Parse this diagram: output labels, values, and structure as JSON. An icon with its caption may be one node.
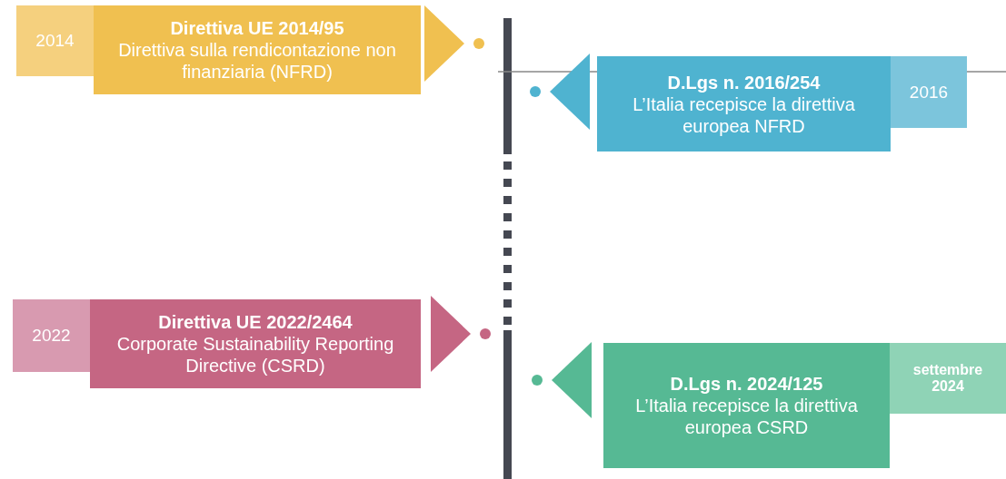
{
  "diagram": {
    "nodes": [
      {
        "text": [
          "2014"
        ]
      },
      {
        "text": [
          "Direttiva UE 2014/95",
          "Direttiva sulla rendicontazione non finanziaria (NFRD)"
        ]
      },
      {
        "text": [],
        "shape": "circle"
      },
      {
        "text": [],
        "shape": "circle"
      },
      {
        "text": [
          "D.Lgs n. 2016/254",
          "L’Italia recepisce la direttiva europea NFRD"
        ]
      },
      {
        "text": [
          "2016"
        ]
      },
      {
        "text": [
          "2022"
        ]
      },
      {
        "text": [
          "Direttiva UE 2022/2464",
          "Corporate Sustainability Reporting Directive (CSRD)"
        ]
      },
      {
        "text": [],
        "shape": "circle"
      },
      {
        "text": [],
        "shape": "circle"
      },
      {
        "text": [
          "D.Lgs n. 2024/125",
          "L’Italia recepisce la direttiva europea CSRD"
        ]
      },
      {
        "text": [
          "settembre 2024"
        ]
      }
    ],
    "edges": [
      {
        "from": 1,
        "to": 2,
        "arrow": "to",
        "color": "#f0c050"
      },
      {
        "from": 4,
        "to": 3,
        "arrow": "to",
        "color": "#4fb3d0"
      },
      {
        "from": 7,
        "to": 8,
        "arrow": "to",
        "color": "#c56683"
      },
      {
        "from": 10,
        "to": 9,
        "arrow": "to",
        "color": "#56b994"
      }
    ]
  }
}
